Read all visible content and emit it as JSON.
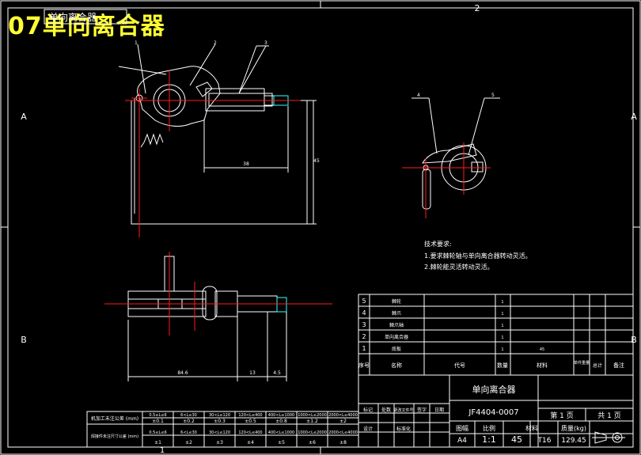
{
  "overlay_title": "07单向离合器",
  "border": {
    "col_top": "2",
    "col_bottom": "1",
    "rows": [
      "A",
      "B"
    ]
  },
  "drawing_title_small": "单向离合器",
  "parts": [
    "1",
    "2",
    "3",
    "4",
    "5"
  ],
  "dimensions": {
    "d1": "38",
    "d2": "45",
    "d3": "84.6",
    "d4": "13",
    "d5": "4.5"
  },
  "tech_req": {
    "title": "技术要求:",
    "line1": "1.要求棘轮轴与单向离合器转动灵活。",
    "line2": "2.棘轮能灵活转动灵活。"
  },
  "bom": {
    "rows": [
      {
        "no": "5",
        "name": "棘轮",
        "qty": "1",
        "mat": ""
      },
      {
        "no": "4",
        "name": "棘爪",
        "qty": "1",
        "mat": ""
      },
      {
        "no": "3",
        "name": "棘爪轴",
        "qty": "1",
        "mat": ""
      },
      {
        "no": "2",
        "name": "单向离合器",
        "qty": "1",
        "mat": ""
      },
      {
        "no": "1",
        "name": "底板",
        "qty": "1",
        "mat": "45"
      }
    ],
    "header": {
      "no": "序号",
      "name": "名称",
      "code": "代号",
      "qty": "数量",
      "mat": "材料",
      "unit_weight": "单件重量",
      "total": "总计",
      "note": "备注"
    }
  },
  "title_block": {
    "name": "单向离合器",
    "code": "JF4404-0007",
    "sheet": "第 1 页",
    "sheets": "共 1 页",
    "labels_row1": [
      "标记",
      "处数",
      "更改文件号",
      "签字",
      "日期"
    ],
    "labels_row2": [
      "设计",
      "",
      "标准化",
      "",
      ""
    ],
    "sign": "签字",
    "date": "日期",
    "format_label": "图幅",
    "scale_label": "比例",
    "material_label": "材料",
    "weight_label": "质量(kg)",
    "format": "A4",
    "scale": "1:1",
    "material": "45",
    "std": "T16",
    "weight": "129.45"
  },
  "tolerance_table": {
    "row1_label": "机加工未注公差 (mm)",
    "row2_label": "焊接件未注尺寸公差 (mm)",
    "ranges": [
      "0.5≤L≤6",
      "6<L≤30",
      "30<L≤120",
      "120<L≤400",
      "400<L≤1000",
      "1000<L≤2000",
      "2000<L≤4000"
    ],
    "row1_values": [
      "±0.1",
      "±0.2",
      "±0.3",
      "±0.5",
      "±0.8",
      "±1.2",
      "±2"
    ],
    "row2_values": [
      "±1",
      "±2",
      "±3",
      "±4",
      "±5",
      "±6",
      "±8"
    ]
  }
}
